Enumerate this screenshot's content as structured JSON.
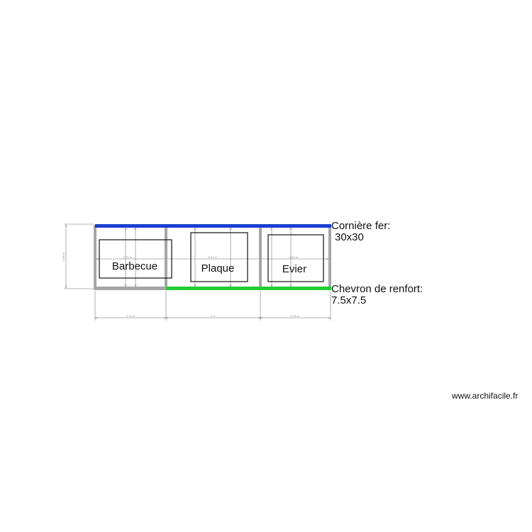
{
  "colors": {
    "background": "#ffffff",
    "frame": "#a6a6a6",
    "corniere": "#1a3fd1",
    "chevron": "#22cc33",
    "box_stroke": "#111111",
    "dimension": "#9a9a9a"
  },
  "items": {
    "barbecue": "Barbecue",
    "plaque": "Plaque",
    "evier": "Evier"
  },
  "annotations": {
    "corniere_line1": "Cornière fer:",
    "corniere_line2": "30x30",
    "chevron_line1": "Chevron de renfort:",
    "chevron_line2": "7.5x7.5"
  },
  "dimensions": {
    "left_width": "0.75 m",
    "middle_width": "1 m",
    "right_width": "0.75 m",
    "height": "0.66 m",
    "plaque_width": "0.57 m",
    "evier_width": "0.61 m",
    "barbecue_width": "0.71 m"
  },
  "credit": "www.archifacile.fr"
}
